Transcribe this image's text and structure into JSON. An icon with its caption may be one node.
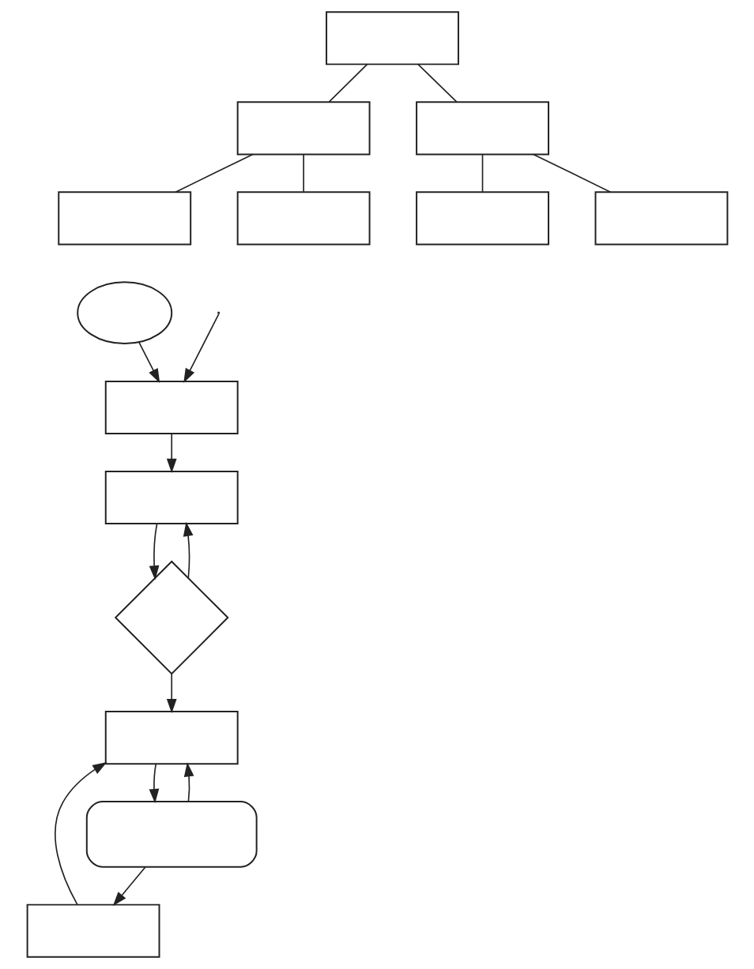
{
  "diagram": {
    "nodes": [
      {
        "text": [],
        "shape": "box"
      },
      {
        "text": [],
        "shape": "box"
      },
      {
        "text": [],
        "shape": "box"
      },
      {
        "text": [],
        "shape": "box"
      },
      {
        "text": [],
        "shape": "box"
      },
      {
        "text": [],
        "shape": "box"
      },
      {
        "text": [],
        "shape": "box"
      },
      {
        "text": [],
        "shape": "ellipse"
      },
      {
        "text": [],
        "shape": "box"
      },
      {
        "text": [],
        "shape": "box"
      },
      {
        "text": [],
        "shape": "diamond"
      },
      {
        "text": [],
        "shape": "box"
      },
      {
        "text": [],
        "shape": "box"
      },
      {
        "text": [],
        "shape": "rounded"
      }
    ],
    "edges": [
      {
        "from": 0,
        "to": 1,
        "arrow": "none"
      },
      {
        "from": 0,
        "to": 2,
        "arrow": "none"
      },
      {
        "from": 1,
        "to": 3,
        "arrow": "none"
      },
      {
        "from": 1,
        "to": 4,
        "arrow": "none"
      },
      {
        "from": 2,
        "to": 5,
        "arrow": "none"
      },
      {
        "from": 2,
        "to": 6,
        "arrow": "none"
      },
      {
        "from": 7,
        "to": 8,
        "arrow": "to"
      },
      {
        "from": null,
        "to": 8,
        "arrow": "to"
      },
      {
        "from": 8,
        "to": 9,
        "arrow": "to"
      },
      {
        "from": 9,
        "to": 10,
        "arrow": "to"
      },
      {
        "from": 10,
        "to": 9,
        "arrow": "to"
      },
      {
        "from": 10,
        "to": 12,
        "arrow": "to"
      },
      {
        "from": 11,
        "to": 12,
        "arrow": "to"
      },
      {
        "from": 13,
        "to": 12,
        "arrow": "to"
      },
      {
        "from": 13,
        "to": 11,
        "arrow": "to"
      },
      {
        "from": 12,
        "to": 13,
        "arrow": "to"
      }
    ]
  }
}
